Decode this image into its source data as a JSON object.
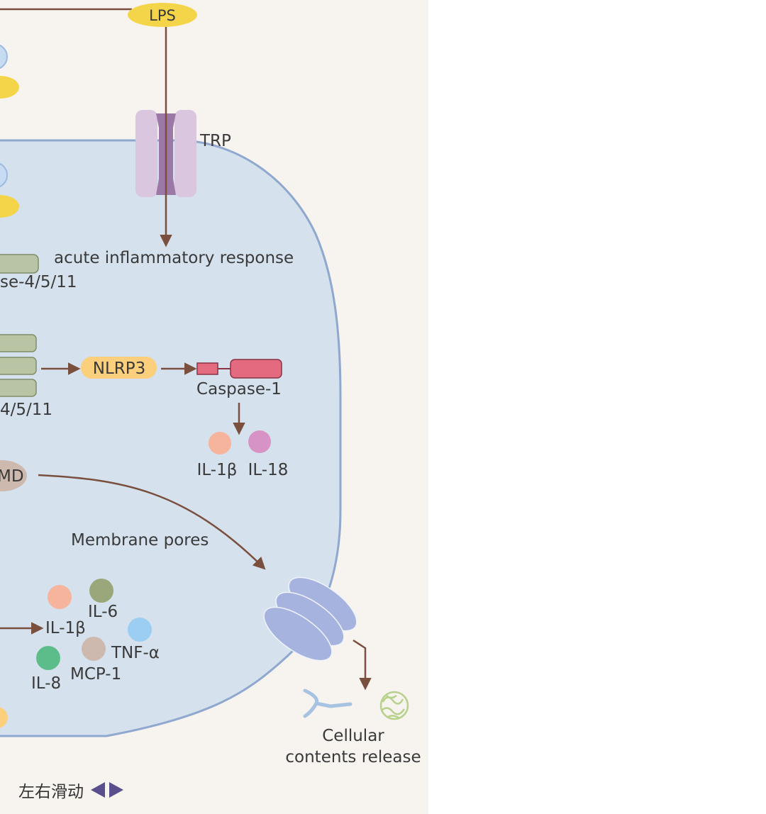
{
  "labels": {
    "lps": "LPS",
    "trp": "TRP",
    "acute": "acute inflammatory response",
    "caspase_4511_a": "se-4/5/11",
    "caspase_4511_b": "4/5/11",
    "nlrp3": "NLRP3",
    "caspase1": "Caspase-1",
    "il1b": "IL-1β",
    "il18": "IL-18",
    "gsdmd_fragment": "MD",
    "membrane_pores": "Membrane pores",
    "il6": "IL-6",
    "il1b_2": "IL-1β",
    "tnfa": "TNF-α",
    "mcp1": "MCP-1",
    "il8": "IL-8",
    "cellular_line1": "Cellular",
    "cellular_line2": "contents release"
  },
  "swipe_hint": "左右滑动",
  "colors": {
    "panel_bg": "#f7f4f0",
    "cell_fill": "#d5e1ec",
    "cell_stroke": "#8fa8cf",
    "arrow": "#7a4f3e",
    "lps_yellow": "#f4d54a",
    "trp_purple": "#dbc6e0",
    "trp_channel": "#9b78a6",
    "caspase_green": "#b8c4a4",
    "nlrp3_orange": "#fbcf7c",
    "caspase1_red": "#e46a80",
    "il1b_peach": "#f6b49c",
    "il18_pink": "#d792c6",
    "il6_olive": "#9aa77a",
    "tnfa_blue": "#9ccdf2",
    "mcp1_tan": "#cdb9ae",
    "il8_green": "#5dbd8a",
    "pore_blue": "#a7b3df",
    "hint_arrow": "#5a4f8c"
  }
}
